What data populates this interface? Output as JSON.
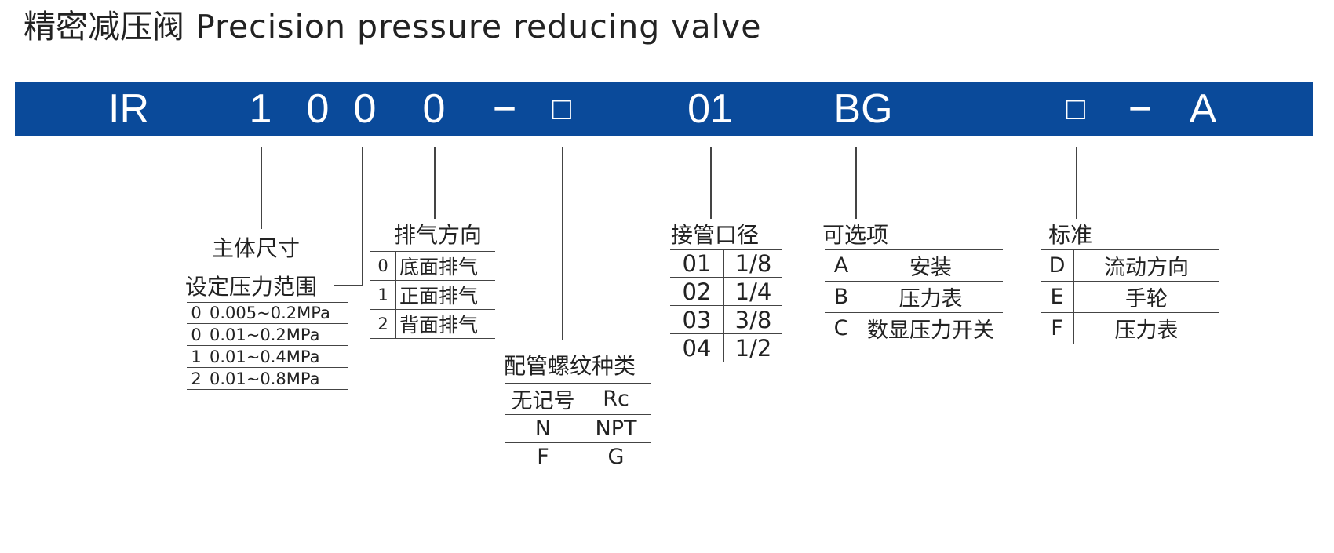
{
  "title": {
    "zh": "精密减压阀",
    "en": "Precision pressure reducing valve"
  },
  "code": [
    "IR",
    "1",
    "0",
    "0",
    "0",
    "−",
    "□",
    "01",
    "BG",
    "□",
    "−",
    "A"
  ],
  "colors": {
    "bar": "#0a4a9a",
    "bar_text": "#ffffff",
    "line": "#444444"
  },
  "body_size": {
    "label": "主体尺寸"
  },
  "pressure_range": {
    "label": "设定压力范围",
    "rows": [
      [
        "0",
        "0.005~0.2MPa"
      ],
      [
        "0",
        "0.01~0.2MPa"
      ],
      [
        "1",
        "0.01~0.4MPa"
      ],
      [
        "2",
        "0.01~0.8MPa"
      ]
    ]
  },
  "exhaust": {
    "label": "排气方向",
    "rows": [
      [
        "0",
        "底面排气"
      ],
      [
        "1",
        "正面排气"
      ],
      [
        "2",
        "背面排气"
      ]
    ]
  },
  "thread": {
    "label": "配管螺纹种类",
    "rows": [
      [
        "无记号",
        "Rc"
      ],
      [
        "N",
        "NPT"
      ],
      [
        "F",
        "G"
      ]
    ]
  },
  "port": {
    "label": "接管口径",
    "rows": [
      [
        "01",
        "1/8"
      ],
      [
        "02",
        "1/4"
      ],
      [
        "03",
        "3/8"
      ],
      [
        "04",
        "1/2"
      ]
    ]
  },
  "options": {
    "label": "可选项",
    "rows": [
      [
        "A",
        "安装"
      ],
      [
        "B",
        "压力表"
      ],
      [
        "C",
        "数显压力开关"
      ]
    ]
  },
  "standard": {
    "label": "标准",
    "rows": [
      [
        "D",
        "流动方向"
      ],
      [
        "E",
        "手轮"
      ],
      [
        "F",
        "压力表"
      ]
    ]
  }
}
